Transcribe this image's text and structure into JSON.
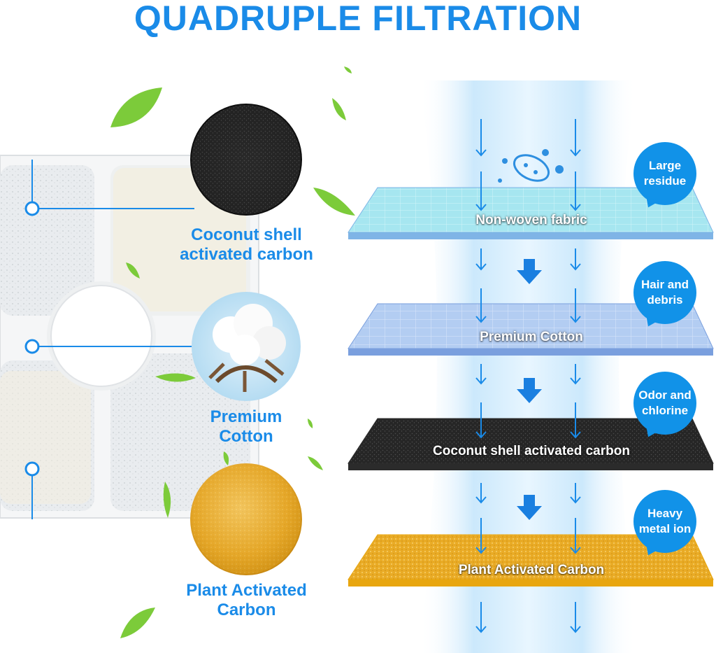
{
  "title": "QUADRUPLE FILTRATION",
  "colors": {
    "title": "#1a8be8",
    "label": "#1a8be8",
    "bubble": "#1192e8",
    "arrow": "#1a8be8",
    "water": "#cfe9fb",
    "fabric": "#9fe3ef",
    "cotton": "#a9c6f0",
    "carbon": "#2a2a2a",
    "plant": "#e8a920"
  },
  "materials": [
    {
      "label": "Coconut shell activated carbon",
      "line1": "Coconut shell",
      "line2": "activated carbon"
    },
    {
      "label": "Premium Cotton",
      "line1": "Premium",
      "line2": "Cotton"
    },
    {
      "label": "Plant Activated Carbon",
      "line1": "Plant Activated",
      "line2": "Carbon"
    }
  ],
  "layers": [
    {
      "name": "Non-woven fabric",
      "bubble_line1": "Large",
      "bubble_line2": "residue"
    },
    {
      "name": "Premium Cotton",
      "bubble_line1": "Hair and",
      "bubble_line2": "debris"
    },
    {
      "name": "Coconut shell activated carbon",
      "bubble_line1": "Odor and",
      "bubble_line2": "chlorine"
    },
    {
      "name": "Plant Activated Carbon",
      "bubble_line1": "Heavy",
      "bubble_line2": "metal ion"
    }
  ],
  "icons": [
    "leaf-icon",
    "bacteria-icon",
    "down-arrow-icon",
    "callout-bubble-icon",
    "pointer-dot-icon"
  ]
}
